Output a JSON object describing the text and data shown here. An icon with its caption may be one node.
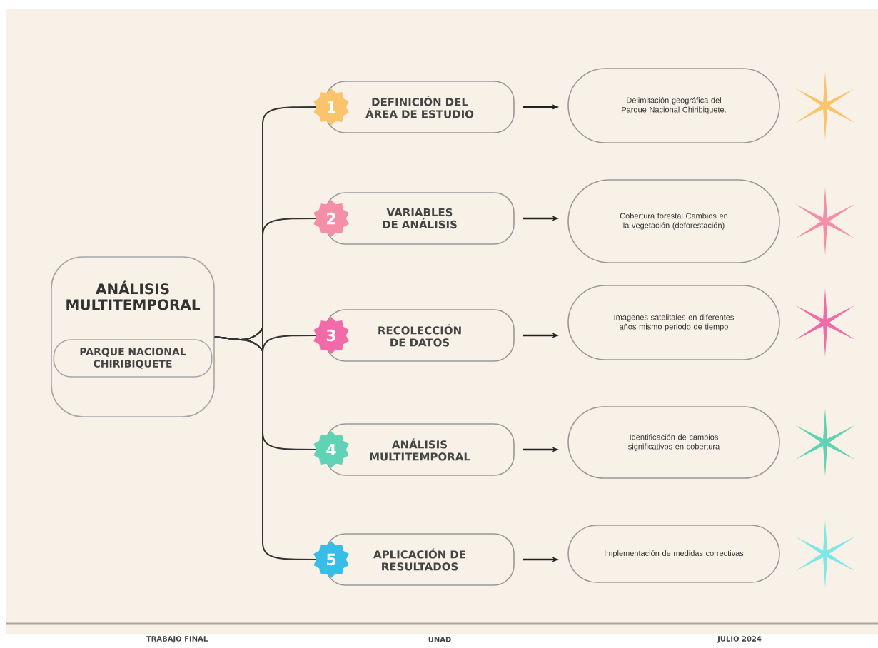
{
  "diagram": {
    "nodes": [
      {
        "text": [
          "ANÁLISIS MULTITEMPORAL"
        ]
      },
      {
        "text": [
          "PARQUE NACIONAL CHIRIBIQUETE"
        ],
        "in": 0
      },
      {
        "text": [
          "1"
        ]
      },
      {
        "text": [
          "DEFINICIÓN DEL ÁREA DE ESTUDIO"
        ]
      },
      {
        "text": [
          "Delimitación geográfica del Parque Nacional Chiribiquete."
        ]
      },
      {
        "text": [
          "2"
        ]
      },
      {
        "text": [
          "VARIABLES DE ANÁLISIS"
        ]
      },
      {
        "text": [
          "Cobertura forestal Cambios en la vegetación (deforestación)"
        ]
      },
      {
        "text": [
          "3"
        ]
      },
      {
        "text": [
          "RECOLECCIÓN DE DATOS"
        ]
      },
      {
        "text": [
          "Imágenes satelitales en diferentes años mismo periodo de tiempo"
        ]
      },
      {
        "text": [
          "4"
        ]
      },
      {
        "text": [
          "ANÁLISIS MULTITEMPORAL"
        ]
      },
      {
        "text": [
          "Identificación de cambios significativos en cobertura"
        ]
      },
      {
        "text": [
          "5"
        ]
      },
      {
        "text": [
          "APLICACIÓN DE RESULTADOS"
        ]
      },
      {
        "text": [
          "Implementación de medidas correctivas"
        ]
      }
    ],
    "edges": [
      {
        "from": 0,
        "to": 2,
        "arrow": "none"
      },
      {
        "from": 0,
        "to": 5,
        "arrow": "none"
      },
      {
        "from": 0,
        "to": 8,
        "arrow": "none"
      },
      {
        "from": 0,
        "to": 11,
        "arrow": "none"
      },
      {
        "from": 0,
        "to": 14,
        "arrow": "none"
      },
      {
        "from": 3,
        "to": 4,
        "arrow": "to"
      },
      {
        "from": 6,
        "to": 7,
        "arrow": "to"
      },
      {
        "from": 9,
        "to": 10,
        "arrow": "to"
      },
      {
        "from": 12,
        "to": 13,
        "arrow": "to"
      },
      {
        "from": 15,
        "to": 16,
        "arrow": "to"
      }
    ],
    "labels": [
      "TRABAJO FINAL",
      "UNAD",
      "JULIO 2024"
    ]
  }
}
